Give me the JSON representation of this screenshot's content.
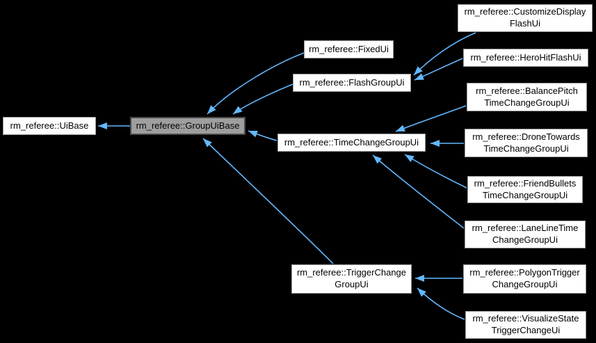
{
  "diagram": {
    "kind": "class-inheritance-graph",
    "colors": {
      "background": "#000000",
      "arrow": "#63b8ff",
      "node_fill": "#ffffff",
      "node_border": "#969696",
      "node_text": "#000000",
      "highlight_fill": "#9e9e9e",
      "highlight_border": "#4a4a4a"
    },
    "nodes": [
      {
        "id": "uibase",
        "label": "rm_referee::UiBase",
        "highlighted": false
      },
      {
        "id": "groupuibase",
        "label": "rm_referee::GroupUiBase",
        "highlighted": true
      },
      {
        "id": "fixedui",
        "label": "rm_referee::FixedUi",
        "highlighted": false
      },
      {
        "id": "flashgroupui",
        "label": "rm_referee::FlashGroupUi",
        "highlighted": false
      },
      {
        "id": "timechangegroupui",
        "label": "rm_referee::TimeChangeGroupUi",
        "highlighted": false
      },
      {
        "id": "triggerchangegroupui",
        "label": "rm_referee::TriggerChange\nGroupUi",
        "highlighted": false
      },
      {
        "id": "customizedisplayflashui",
        "label": "rm_referee::CustomizeDisplay\nFlashUi",
        "highlighted": false
      },
      {
        "id": "herohitflashui",
        "label": "rm_referee::HeroHitFlashUi",
        "highlighted": false
      },
      {
        "id": "balancepitchtimechangegroupui",
        "label": "rm_referee::BalancePitch\nTimeChangeGroupUi",
        "highlighted": false
      },
      {
        "id": "dronetowardstimechangegroupui",
        "label": "rm_referee::DroneTowards\nTimeChangeGroupUi",
        "highlighted": false
      },
      {
        "id": "friendbulletstimechangegroupui",
        "label": "rm_referee::FriendBullets\nTimeChangeGroupUi",
        "highlighted": false
      },
      {
        "id": "lanelinetimechangegroupui",
        "label": "rm_referee::LaneLineTime\nChangeGroupUi",
        "highlighted": false
      },
      {
        "id": "polygontriggerchangegroupui",
        "label": "rm_referee::PolygonTrigger\nChangeGroupUi",
        "highlighted": false
      },
      {
        "id": "visualizestatetriggerchangeui",
        "label": "rm_referee::VisualizeState\nTriggerChangeUi",
        "highlighted": false
      }
    ],
    "edges": [
      {
        "from": "groupuibase",
        "to": "uibase"
      },
      {
        "from": "fixedui",
        "to": "groupuibase"
      },
      {
        "from": "flashgroupui",
        "to": "groupuibase"
      },
      {
        "from": "timechangegroupui",
        "to": "groupuibase"
      },
      {
        "from": "triggerchangegroupui",
        "to": "groupuibase"
      },
      {
        "from": "customizedisplayflashui",
        "to": "flashgroupui"
      },
      {
        "from": "herohitflashui",
        "to": "flashgroupui"
      },
      {
        "from": "balancepitchtimechangegroupui",
        "to": "timechangegroupui"
      },
      {
        "from": "dronetowardstimechangegroupui",
        "to": "timechangegroupui"
      },
      {
        "from": "friendbulletstimechangegroupui",
        "to": "timechangegroupui"
      },
      {
        "from": "lanelinetimechangegroupui",
        "to": "timechangegroupui"
      },
      {
        "from": "polygontriggerchangegroupui",
        "to": "triggerchangegroupui"
      },
      {
        "from": "visualizestatetriggerchangeui",
        "to": "triggerchangegroupui"
      }
    ]
  }
}
